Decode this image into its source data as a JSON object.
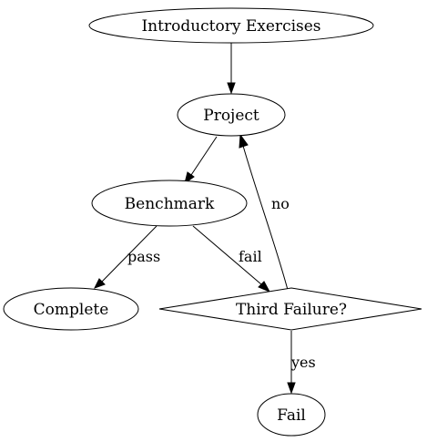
{
  "diagram": {
    "colors": {
      "stroke": "#000000",
      "fill": "#ffffff",
      "text": "#000000"
    },
    "nodes": {
      "introductory_exercises": {
        "label": "Introductory Exercises",
        "shape": "ellipse"
      },
      "project": {
        "label": "Project",
        "shape": "ellipse"
      },
      "benchmark": {
        "label": "Benchmark",
        "shape": "ellipse"
      },
      "complete": {
        "label": "Complete",
        "shape": "ellipse"
      },
      "third_failure": {
        "label": "Third Failure?",
        "shape": "diamond"
      },
      "fail": {
        "label": "Fail",
        "shape": "ellipse"
      }
    },
    "edges": {
      "intro_to_project": {
        "from": "Introductory Exercises",
        "to": "Project",
        "label": ""
      },
      "project_to_benchmark": {
        "from": "Project",
        "to": "Benchmark",
        "label": ""
      },
      "benchmark_to_complete": {
        "from": "Benchmark",
        "to": "Complete",
        "label": "pass"
      },
      "benchmark_to_third_failure": {
        "from": "Benchmark",
        "to": "Third Failure?",
        "label": "fail"
      },
      "third_failure_to_project": {
        "from": "Third Failure?",
        "to": "Project",
        "label": "no"
      },
      "third_failure_to_fail": {
        "from": "Third Failure?",
        "to": "Fail",
        "label": "yes"
      }
    }
  }
}
